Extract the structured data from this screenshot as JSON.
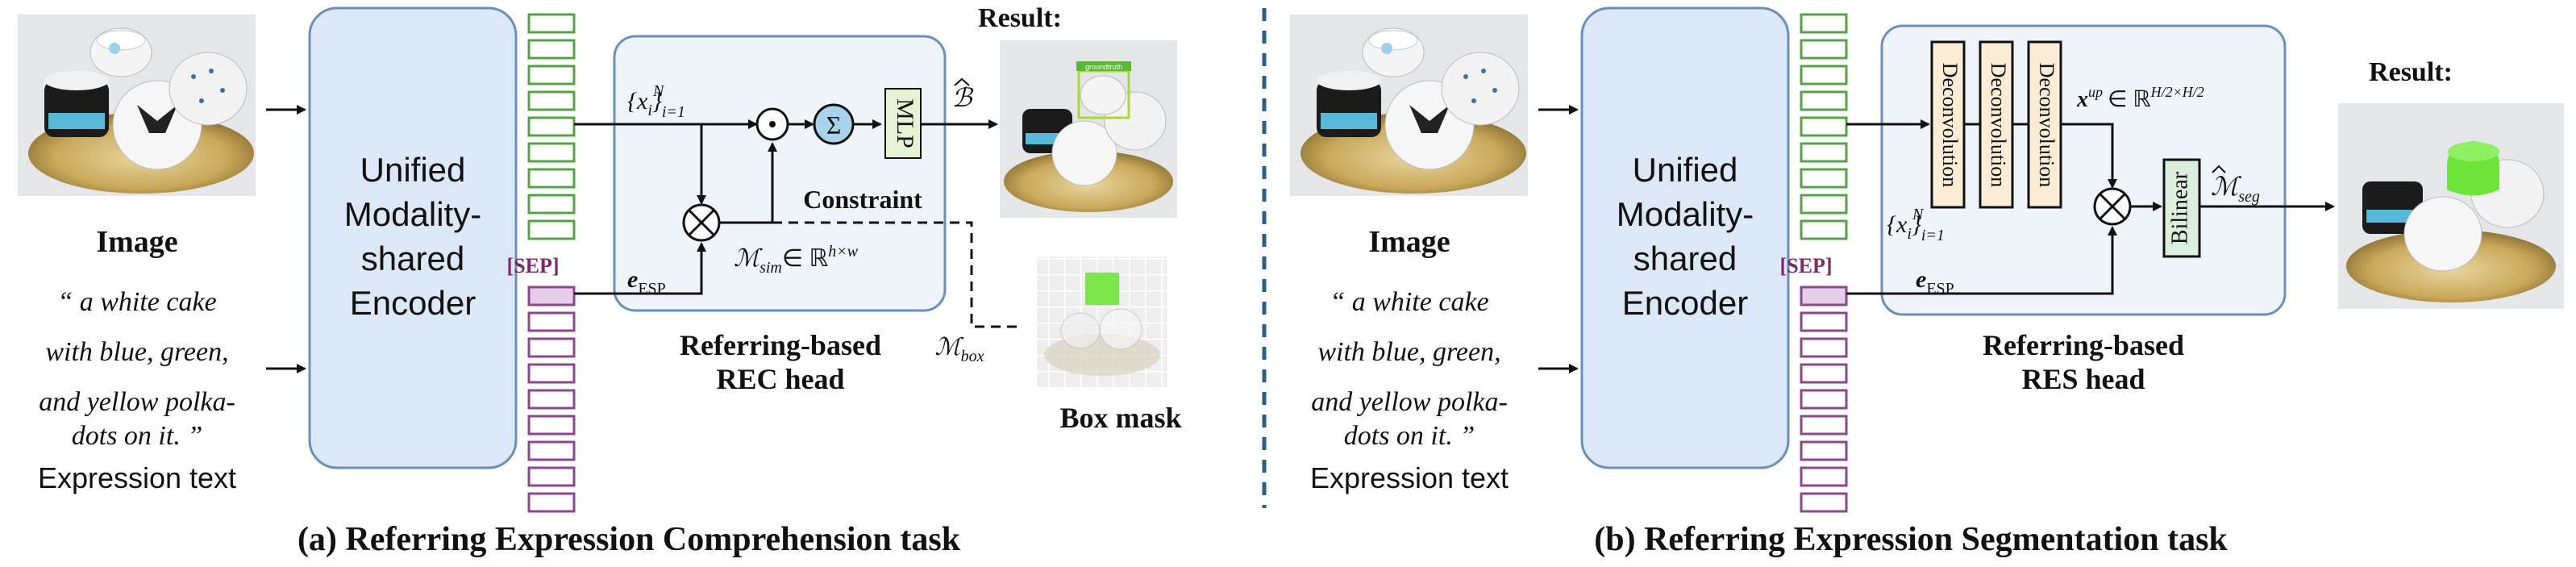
{
  "left": {
    "image_label": "Image",
    "quote_lines": [
      "“ a white cake",
      "with blue, green,",
      "and yellow polka-",
      "dots on it. ”"
    ],
    "expr_label": "Expression text",
    "encoder_lines": [
      "Unified",
      "Modality-",
      "shared",
      "Encoder"
    ],
    "sep_label": "[SEP]",
    "xi_label": "{x",
    "xi_sub": "i",
    "xi_sub2": "i=1",
    "xi_sup": "N",
    "xi_close": "}",
    "e_label": "e",
    "e_sub": "ESP",
    "msim_label": "ℳ",
    "msim_sub": "sim",
    "msim_in": "∈ ℝ",
    "msim_sup": "h×w",
    "sum_symbol": "Σ",
    "dot_symbol": "⊙",
    "otimes_symbol": "⊗",
    "mlp_label": "MLP",
    "bhat_label": "ℬ",
    "constraint_label": "Constraint",
    "head_lines": [
      "Referring-based",
      "REC head"
    ],
    "mbox_label": "ℳ",
    "mbox_sub": "box",
    "boxmask_label": "Box mask",
    "result_label": "Result:",
    "groundtruth_tag": "groundtruth",
    "caption": "(a) Referring Expression Comprehension task"
  },
  "right": {
    "image_label": "Image",
    "quote_lines": [
      "“ a white cake",
      "with blue, green,",
      "and yellow polka-",
      "dots on it. ”"
    ],
    "expr_label": "Expression text",
    "encoder_lines": [
      "Unified",
      "Modality-",
      "shared",
      "Encoder"
    ],
    "sep_label": "[SEP]",
    "deconv_label": "Deconvolution",
    "xup_label": "x",
    "xup_sup": "up",
    "xup_in": "∈ ℝ",
    "xup_sup2": "H/2×H/2",
    "xi_label": "{x",
    "xi_sub": "i",
    "xi_sub2": "i=1",
    "xi_sup": "N",
    "xi_close": "}",
    "e_label": "e",
    "e_sub": "ESP",
    "otimes_symbol": "⊗",
    "bilinear_label": "Bilinear",
    "mseg_label": "ℳ",
    "mseg_sub": "seg",
    "head_lines": [
      "Referring-based",
      "RES head"
    ],
    "result_label": "Result:",
    "caption": "(b) Referring Expression Segmentation task"
  },
  "colors": {
    "encoder_fill": "#dce8f5",
    "encoder_stroke": "#6b8fb8",
    "head_fill": "#eef4fa",
    "token_green": "#5aa04a",
    "token_purple": "#8a4a8a",
    "sep_text": "#7a2a6a",
    "sum_fill": "#a9d3ec",
    "mlp_fill": "#e6f2d4",
    "deconv_fill": "#fbecd6",
    "bilinear_fill": "#dcefdc",
    "mask_green": "#6ee33a",
    "divider": "#2c5e88"
  }
}
